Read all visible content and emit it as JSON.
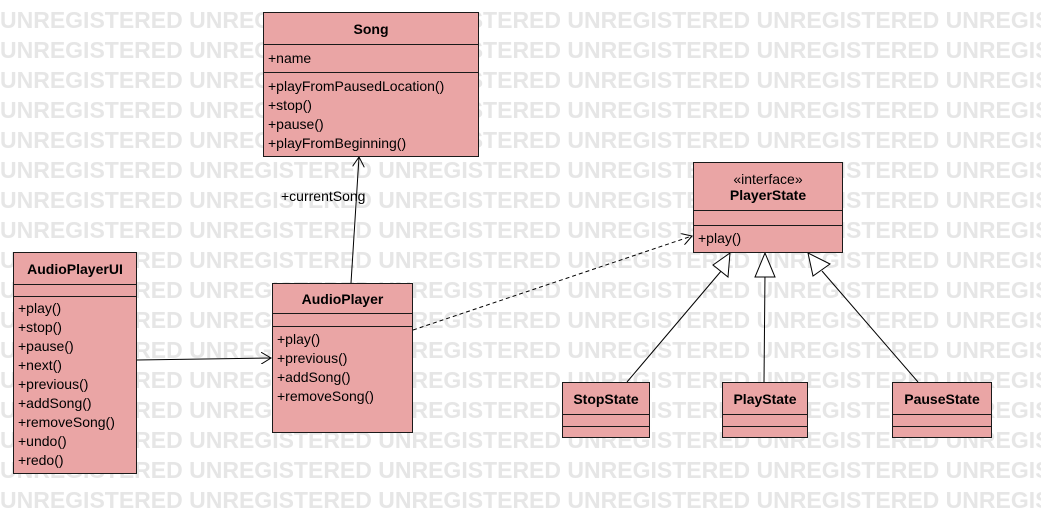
{
  "watermark": {
    "text": "UNREGISTERED",
    "color": "#e6e6e6"
  },
  "colors": {
    "class_fill": "#eaa5a5",
    "border": "#1a1a1a",
    "line": "#000000"
  },
  "classes": {
    "song": {
      "name": "Song",
      "attributes": [
        "+name"
      ],
      "operations": [
        "+playFromPausedLocation()",
        "+stop()",
        "+pause()",
        "+playFromBeginning()"
      ]
    },
    "player_state": {
      "stereotype": "«interface»",
      "name": "PlayerState",
      "attributes": [],
      "operations": [
        "+play()"
      ]
    },
    "audio_player_ui": {
      "name": "AudioPlayerUI",
      "attributes": [],
      "operations": [
        "+play()",
        "+stop()",
        "+pause()",
        "+next()",
        "+previous()",
        "+addSong()",
        "+removeSong()",
        "+undo()",
        "+redo()"
      ]
    },
    "audio_player": {
      "name": "AudioPlayer",
      "attributes": [],
      "operations": [
        "+play()",
        "+previous()",
        "+addSong()",
        "+removeSong()"
      ]
    },
    "stop_state": {
      "name": "StopState",
      "attributes": [],
      "operations": []
    },
    "play_state": {
      "name": "PlayState",
      "attributes": [],
      "operations": []
    },
    "pause_state": {
      "name": "PauseState",
      "attributes": [],
      "operations": []
    }
  },
  "associations": {
    "current_song_role": "+currentSong"
  }
}
